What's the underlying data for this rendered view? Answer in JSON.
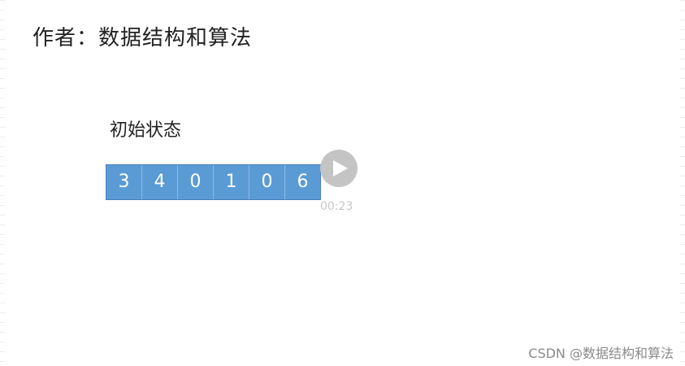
{
  "slide": {
    "author_line": "作者：数据结构和算法",
    "state_label": "初始状态",
    "array": [
      "3",
      "4",
      "0",
      "1",
      "0",
      "6"
    ]
  },
  "video": {
    "play_icon": "play-icon",
    "time": "00:23"
  },
  "watermark": "CSDN @数据结构和算法",
  "colors": {
    "array_fill": "#5b9bd5",
    "array_text": "#ffffff",
    "play_button": "#c4c4c4"
  }
}
